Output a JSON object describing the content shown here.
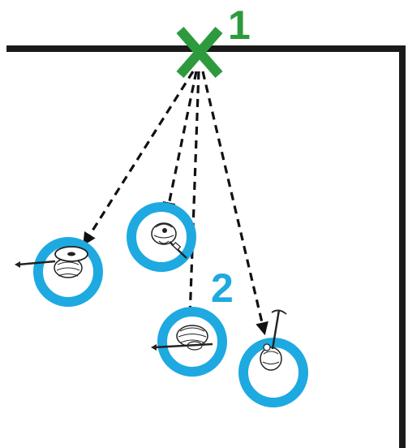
{
  "markers": {
    "start_number": "1",
    "destination_number": "2"
  },
  "colors": {
    "wall": "#1a1a1a",
    "start_marker": "#2e9a3e",
    "base_ring": "#1ea9e1",
    "arrow": "#111111",
    "destination_number": "#1ea9e1"
  },
  "figures": [
    {
      "id": "shield-warrior",
      "icon": "shield-warrior-icon"
    },
    {
      "id": "dwarf-warrior",
      "icon": "dwarf-warrior-icon"
    },
    {
      "id": "spear-warrior",
      "icon": "spear-warrior-icon"
    },
    {
      "id": "crossbow-warrior",
      "icon": "crossbow-warrior-icon"
    }
  ]
}
